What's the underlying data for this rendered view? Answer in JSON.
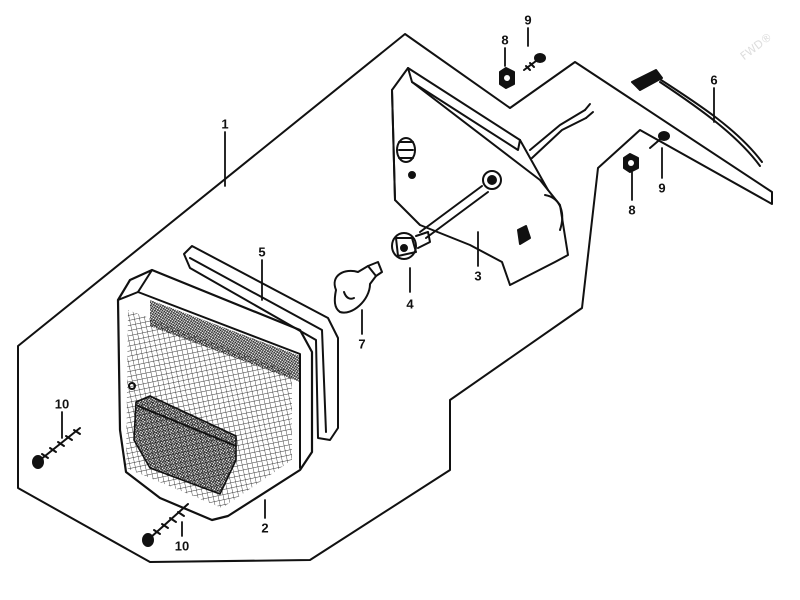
{
  "diagram": {
    "type": "exploded-parts-diagram",
    "subject": "tail lamp assembly",
    "watermark": "FWD®",
    "callouts": [
      {
        "id": "c1",
        "number": "1"
      },
      {
        "id": "c2",
        "number": "2"
      },
      {
        "id": "c3",
        "number": "3"
      },
      {
        "id": "c4",
        "number": "4"
      },
      {
        "id": "c5",
        "number": "5"
      },
      {
        "id": "c6",
        "number": "6"
      },
      {
        "id": "c7",
        "number": "7"
      },
      {
        "id": "c8a",
        "number": "8"
      },
      {
        "id": "c8b",
        "number": "8"
      },
      {
        "id": "c9a",
        "number": "9"
      },
      {
        "id": "c9b",
        "number": "9"
      },
      {
        "id": "c10a",
        "number": "10"
      },
      {
        "id": "c10b",
        "number": "10"
      }
    ],
    "colors": {
      "ink": "#111111",
      "paper": "#ffffff"
    }
  }
}
